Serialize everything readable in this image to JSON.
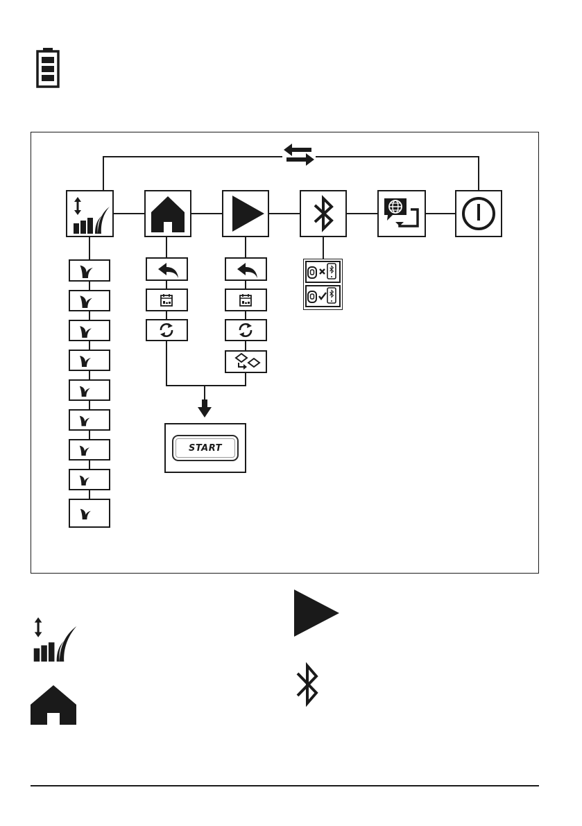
{
  "colors": {
    "ink": "#1a1a1a",
    "paper": "#ffffff"
  },
  "top_icon": "battery-icon",
  "menu": [
    {
      "icon": "cutting-height-icon",
      "submenu": [
        "grass-height-9",
        "grass-height-8",
        "grass-height-7",
        "grass-height-6",
        "grass-height-5",
        "grass-height-4",
        "grass-height-3",
        "grass-height-2",
        "grass-height-1"
      ]
    },
    {
      "icon": "home-icon",
      "submenu": [
        "back-arrow-icon",
        "schedule-calendar-icon",
        "repeat-cycle-icon"
      ]
    },
    {
      "icon": "play-icon",
      "submenu": [
        "back-arrow-icon",
        "schedule-calendar-icon",
        "repeat-cycle-icon",
        "secondary-area-icon"
      ]
    },
    {
      "icon": "bluetooth-icon",
      "submenu": [
        "unpair-device-icon",
        "pair-device-icon"
      ]
    },
    {
      "icon": "language-settings-icon",
      "submenu": []
    },
    {
      "icon": "power-icon",
      "submenu": []
    }
  ],
  "loop_icon": "swap-arrows-icon",
  "start_button": {
    "label": "START"
  },
  "legend": [
    "cutting-height-icon",
    "home-icon",
    "play-icon",
    "bluetooth-icon"
  ]
}
